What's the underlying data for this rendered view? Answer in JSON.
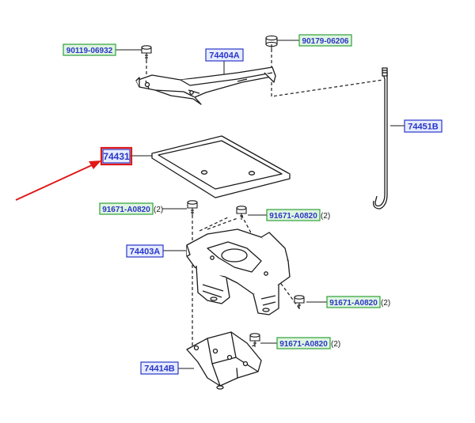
{
  "diagram": {
    "colors": {
      "line": "#1a1a1a",
      "part_label_text": "#2a36c8",
      "part_label_fill": "#e6ecff",
      "part_label_border": "#2a36c8",
      "fastener_label_text": "#2a36c8",
      "fastener_label_fill": "#dff5df",
      "fastener_label_border": "#2fa03a",
      "highlight_border": "#e01818",
      "highlight_arrow": "#e01818"
    },
    "part_labels": {
      "tray": "74431",
      "hold_down_clamp": "74404A",
      "hold_down_rod": "74451B",
      "tray_bracket": "74403A",
      "carrier_brace": "74414B"
    },
    "fastener_labels": {
      "clamp_bolt_left": "90119-06932",
      "clamp_nut_right": "90179-06206",
      "bracket_bolt_1": "91671-A0820",
      "bracket_bolt_2": "91671-A0820",
      "bracket_bolt_3": "91671-A0820",
      "brace_bolt": "91671-A0820"
    },
    "quantities": {
      "bracket_bolt_1": "(2)",
      "bracket_bolt_2": "(2)",
      "bracket_bolt_3": "(2)",
      "brace_bolt": "(2)"
    },
    "highlighted_part": "74431",
    "icons": [
      "bolt-icon",
      "nut-icon",
      "arrow-icon"
    ]
  }
}
